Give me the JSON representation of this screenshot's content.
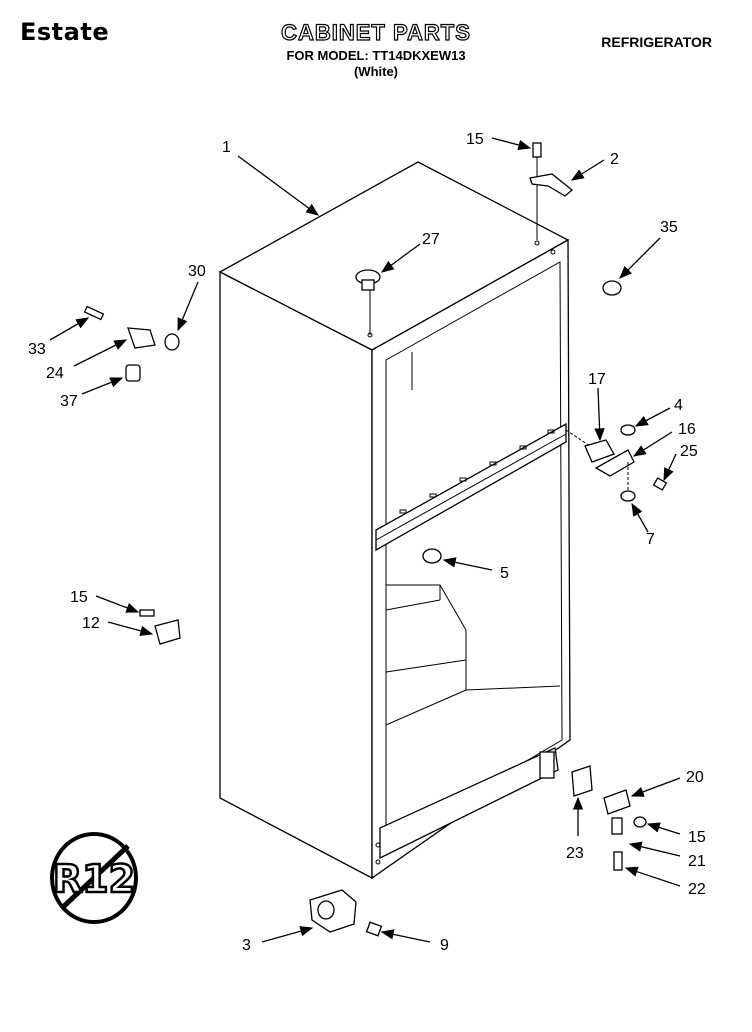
{
  "header": {
    "brand": "Estate",
    "title": "CABINET PARTS",
    "model": "FOR MODEL: TT14DKXEW13",
    "variant": "(White)",
    "category": "REFRIGERATOR"
  },
  "callouts": [
    {
      "id": "c1",
      "label": "1"
    },
    {
      "id": "c15a",
      "label": "15"
    },
    {
      "id": "c2",
      "label": "2"
    },
    {
      "id": "c27",
      "label": "27"
    },
    {
      "id": "c35",
      "label": "35"
    },
    {
      "id": "c30",
      "label": "30"
    },
    {
      "id": "c33",
      "label": "33"
    },
    {
      "id": "c24",
      "label": "24"
    },
    {
      "id": "c37",
      "label": "37"
    },
    {
      "id": "c17",
      "label": "17"
    },
    {
      "id": "c4",
      "label": "4"
    },
    {
      "id": "c16",
      "label": "16"
    },
    {
      "id": "c25",
      "label": "25"
    },
    {
      "id": "c7",
      "label": "7"
    },
    {
      "id": "c5",
      "label": "5"
    },
    {
      "id": "c15b",
      "label": "15"
    },
    {
      "id": "c12",
      "label": "12"
    },
    {
      "id": "c20",
      "label": "20"
    },
    {
      "id": "c15c",
      "label": "15"
    },
    {
      "id": "c23",
      "label": "23"
    },
    {
      "id": "c21",
      "label": "21"
    },
    {
      "id": "c22",
      "label": "22"
    },
    {
      "id": "c3",
      "label": "3"
    },
    {
      "id": "c9",
      "label": "9"
    }
  ],
  "badge": {
    "label": "R12"
  }
}
